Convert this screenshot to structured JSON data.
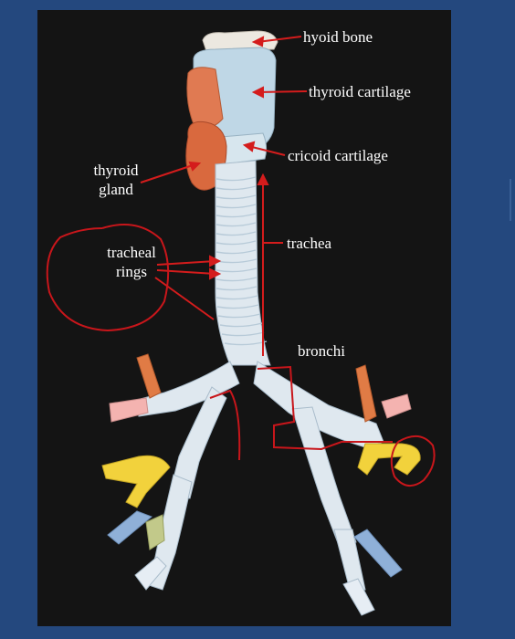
{
  "diagram": {
    "labels": {
      "hyoid_bone": "hyoid bone",
      "thyroid_cartilage": "thyroid cartilage",
      "cricoid_cartilage": "cricoid cartilage",
      "thyroid_gland_line1": "thyroid",
      "thyroid_gland_line2": "gland",
      "tracheal_rings_line1": "tracheal",
      "tracheal_rings_line2": "rings",
      "trachea": "trachea",
      "bronchi": "bronchi"
    },
    "colors": {
      "page_background": "#24487e",
      "photo_background": "#141414",
      "label_text": "#ffffff",
      "pointer_lines": "#d41c1c",
      "annotation_ink": "#c8161b",
      "airway_model": "#dfe8ef",
      "thyroid_gland": "#d9693e",
      "bronchus_orange": "#e07b45",
      "bronchus_yellow": "#f2d23c",
      "bronchus_blue": "#8fb0d8",
      "bronchus_green": "#c2c98a",
      "bronchus_pink": "#f4b3b0"
    }
  }
}
